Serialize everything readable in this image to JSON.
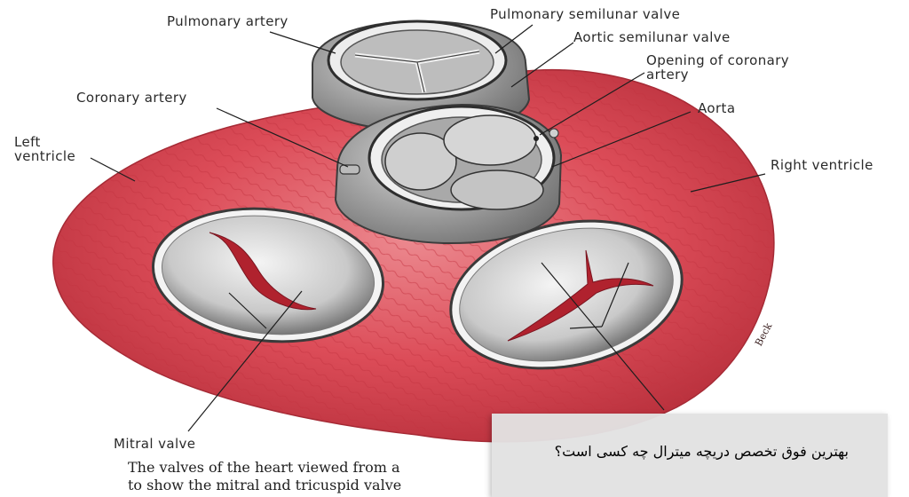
{
  "labels": {
    "pulmonary_artery": "Pulmonary artery",
    "pulmonary_semilunar_valve": "Pulmonary semilunar valve",
    "aortic_semilunar_valve": "Aortic semilunar valve",
    "opening_coronary_line1": "Opening of coronary",
    "opening_coronary_line2": "artery",
    "coronary_artery": "Coronary artery",
    "aorta": "Aorta",
    "left_ventricle_line1": "Left",
    "left_ventricle_line2": "ventricle",
    "right_ventricle": "Right ventricle",
    "mitral_valve": "Mitral valve"
  },
  "caption": {
    "line1": "The valves of the heart viewed from a",
    "line2": "to show the mitral and tricuspid valve"
  },
  "signature": "Beck",
  "question": "بهترین فوق تخصص دریچه میترال چه کسی است؟",
  "colors": {
    "muscle": "#d9424f",
    "muscle_dark": "#b82c39",
    "muscle_light": "#ec7a83",
    "valve_grey": "#8a8a8a",
    "valve_light": "#e6e6e6",
    "background": "#ffffff",
    "question_box": "#e2e2e2"
  }
}
